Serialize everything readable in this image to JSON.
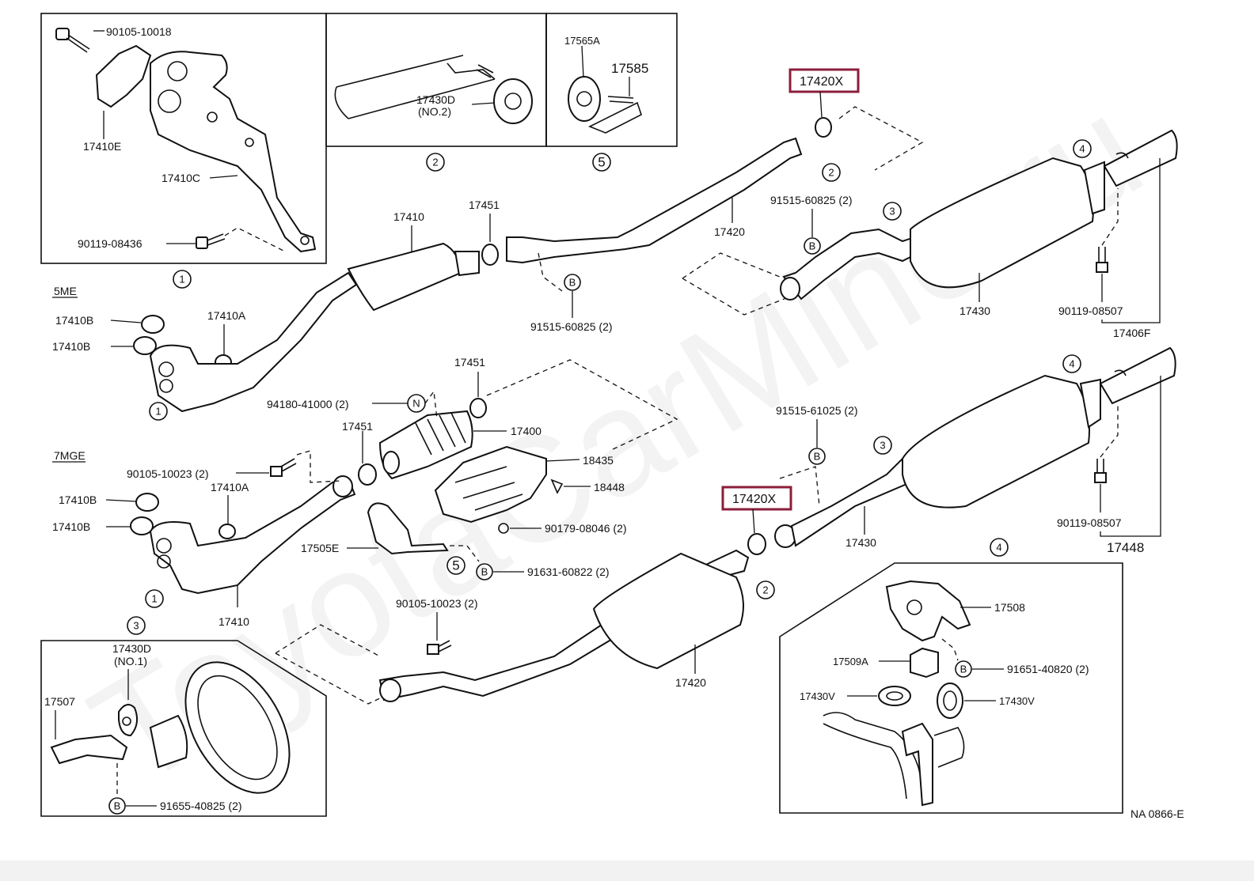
{
  "watermark": "ToyotaCarMine.ru",
  "diagram_code": "NA 0866-E",
  "highlight_color": "#8b1e3a",
  "engine_labels": {
    "upper": "5ME",
    "lower": "7MGE"
  },
  "highlighted_parts": {
    "upper": "17420X",
    "lower": "17420X"
  },
  "inset_boxes": {
    "box1": {
      "ref": "1",
      "labels": {
        "bolt": "90105-10018",
        "gasket": "17410E",
        "bracket": "17410C",
        "bolt2": "90119-08436"
      }
    },
    "box2": {
      "ref": "2",
      "labels": {
        "hanger": "17430D",
        "hanger_no": "(NO.2)"
      }
    },
    "box5": {
      "ref": "5",
      "labels": {
        "insulator": "17565A",
        "bracket": "17585"
      }
    },
    "box3": {
      "ref": "3",
      "labels": {
        "hanger": "17430D",
        "hanger_no": "(NO.1)",
        "bracket": "17507",
        "bolt": "91655-40825 (2)",
        "bolt_ref": "B"
      }
    },
    "box4": {
      "ref": "4",
      "labels": {
        "bracket": "17508",
        "cushion": "17509A",
        "bolt": "91651-40820 (2)",
        "bolt_ref": "B",
        "ring_left": "17430V",
        "ring_right": "17430V"
      }
    }
  },
  "upper_system": {
    "ref1": "1",
    "ref1b": "1",
    "ref2": "2",
    "ref3": "3",
    "ref4": "4",
    "gasket_a": "17410B",
    "gasket_b": "17410B",
    "seal": "17410A",
    "front_pipe": "17410",
    "gasket": "17451",
    "b_bolt": "91515-60825 (2)",
    "b_ref": "B",
    "center_pipe": "17420",
    "b_bolt2": "91515-60825 (2)",
    "b_ref2": "B",
    "tail_pipe": "17430",
    "bolt": "90119-08507",
    "assembly": "17406F"
  },
  "lower_system": {
    "ref1": "1",
    "ref2": "2",
    "ref3": "3",
    "ref4": "4",
    "ref5": "5",
    "nut": "94180-41000 (2)",
    "nut_ref": "N",
    "gasket_top": "17451",
    "converter": "17400",
    "gasket_mid": "17451",
    "heat_insulator": "18435",
    "clip": "18448",
    "bolt_a": "90105-10023 (2)",
    "seal": "17410A",
    "gasket_a": "17410B",
    "gasket_b": "17410B",
    "nut_b": "90179-08046 (2)",
    "bracket": "17505E",
    "b_bolt": "91631-60822 (2)",
    "b_ref": "B",
    "front_pipe": "17410",
    "bolt_b": "90105-10023 (2)",
    "center_pipe": "17420",
    "b_bolt2": "91515-61025 (2)",
    "b_ref2": "B",
    "tail_pipe": "17430",
    "bolt": "90119-08507",
    "assembly": "17448"
  }
}
